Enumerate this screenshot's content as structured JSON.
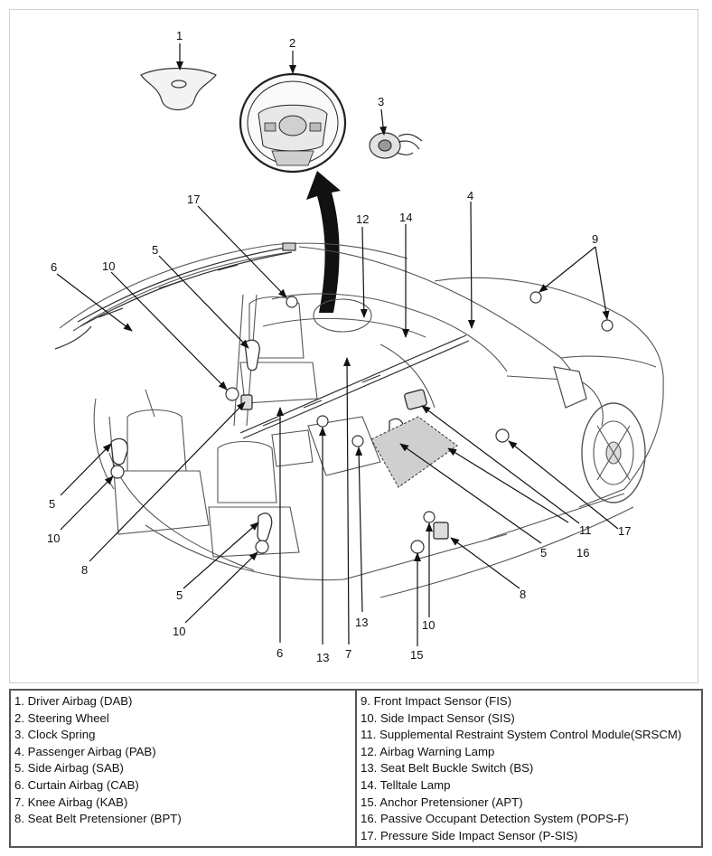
{
  "callouts": [
    "1",
    "2",
    "3",
    "4",
    "5",
    "6",
    "7",
    "8",
    "9",
    "10",
    "11",
    "12",
    "13",
    "14",
    "15",
    "16",
    "17"
  ],
  "legend_left": [
    "1. Driver Airbag (DAB)",
    "2. Steering Wheel",
    "3. Clock Spring",
    "4. Passenger Airbag (PAB)",
    "5. Side Airbag (SAB)",
    "6. Curtain Airbag (CAB)",
    "7. Knee Airbag (KAB)",
    "8. Seat Belt Pretensioner (BPT)"
  ],
  "legend_right": [
    "9. Front Impact Sensor (FIS)",
    "10. Side Impact Sensor (SIS)",
    "11. Supplemental Restraint System Control Module(SRSCM)",
    "12. Airbag Warning Lamp",
    "13. Seat Belt Buckle Switch (BS)",
    "14. Telltale Lamp",
    "15. Anchor Pretensioner (APT)",
    "16. Passive Occupant Detection System (POPS-F)",
    "17. Pressure Side Impact Sensor (P-SIS)"
  ]
}
